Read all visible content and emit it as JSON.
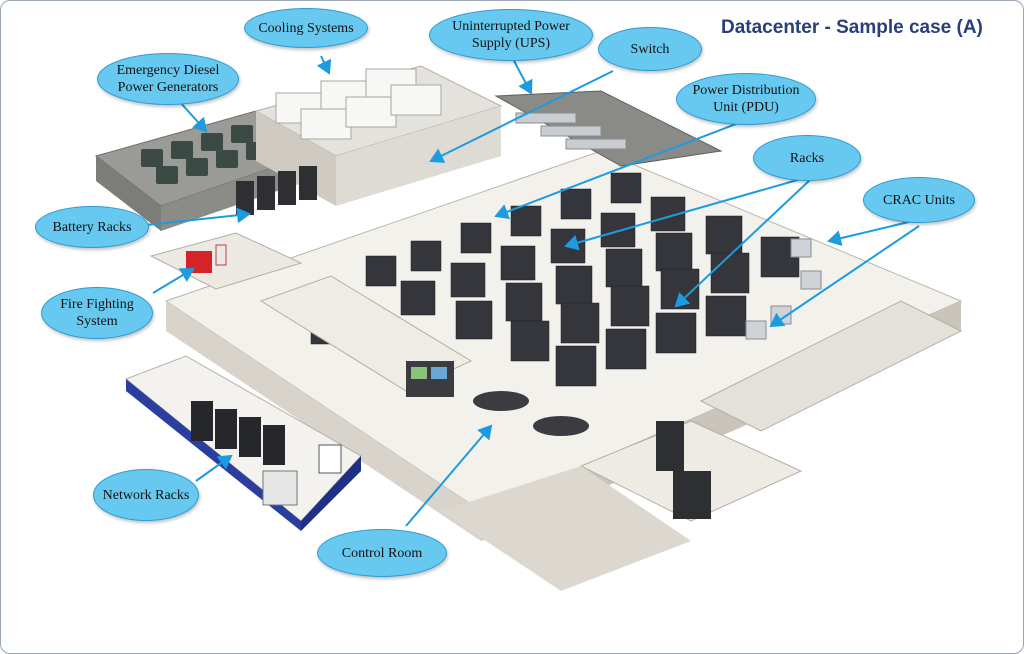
{
  "title": "Datacenter - Sample case (A)",
  "colors": {
    "callout_fill": "#67c9f0",
    "callout_border": "#2c9bd4",
    "arrow": "#1d9be0",
    "title": "#2a3f7a"
  },
  "labels": {
    "cooling": "Cooling Systems",
    "ups": "Uninterrupted Power Supply (UPS)",
    "switch": "Switch",
    "generators": "Emergency Diesel Power Generators",
    "pdu": "Power Distribution Unit (PDU)",
    "racks": "Racks",
    "crac": "CRAC Units",
    "battery": "Battery Racks",
    "fire": "Fire Fighting System",
    "network": "Network Racks",
    "control": "Control Room"
  }
}
